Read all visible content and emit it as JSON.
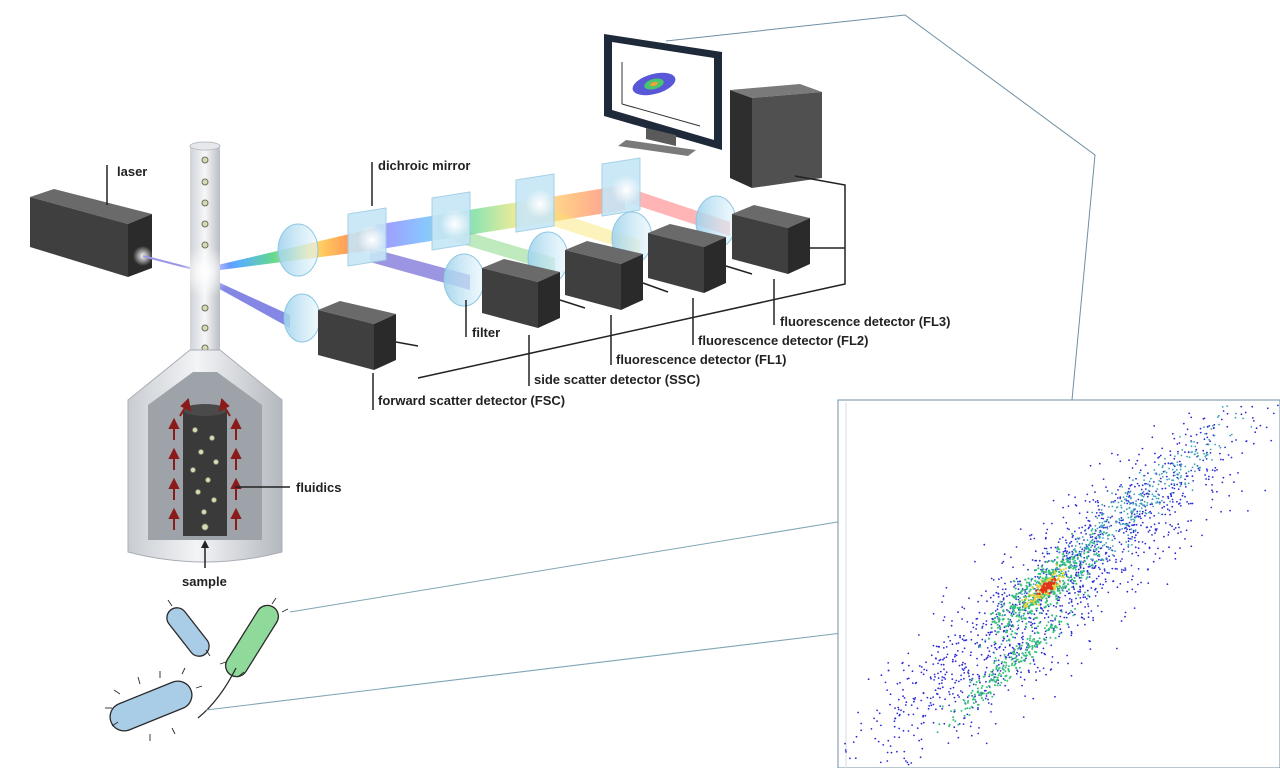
{
  "labels": {
    "laser": "laser",
    "dichroic_mirror": "dichroic mirror",
    "filter": "filter",
    "fluidics": "fluidics",
    "sample": "sample",
    "fsc": "forward scatter detector (FSC)",
    "ssc": "side scatter detector (SSC)",
    "fl1": "fluorescence detector (FL1)",
    "fl2": "fluorescence detector (FL2)",
    "fl3": "fluorescence detector (FL3)"
  },
  "colors": {
    "detector": "#3d3d3d",
    "arrow": "#8b1a1a",
    "scatter_low": "#2b2bd6",
    "scatter_mid": "#35c27a",
    "scatter_high": "#e0341c",
    "bacterium_blue": "#a9cde6",
    "bacterium_green": "#8fd99a"
  },
  "icons": {
    "laser": "laser-box-icon",
    "monitor": "computer-monitor-icon",
    "cpu": "computer-tower-icon",
    "bacteria": "bacterium-icon"
  }
}
